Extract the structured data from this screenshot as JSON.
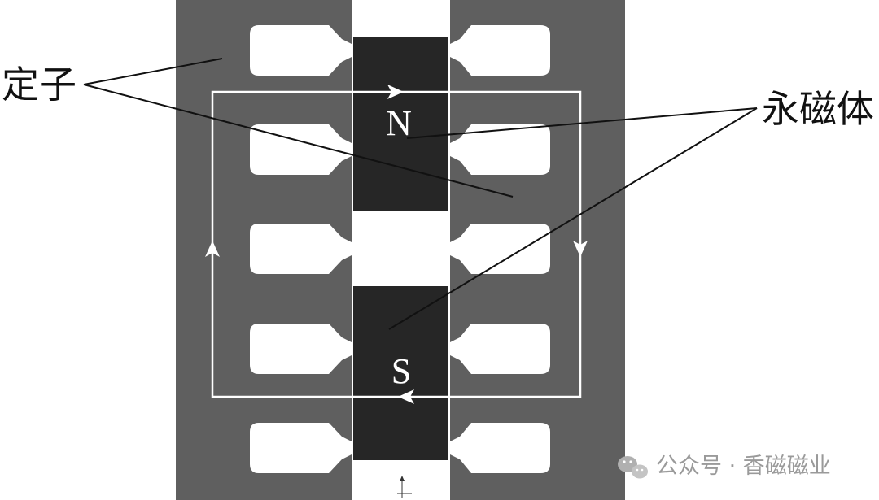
{
  "labels": {
    "stator": "定子",
    "magnet": "永磁体",
    "north": "N",
    "south": "S"
  },
  "watermark": {
    "text": "公众号 · 香磁磁业"
  },
  "colors": {
    "stator": "#5f5f5f",
    "magnet": "#262626",
    "flux_path": "#ffffff",
    "slot": "#ffffff",
    "leader": "#111111",
    "watermark": "#b0b0b0"
  },
  "icons": {
    "watermark_logo": "wechat-icon",
    "flux_arrow": "arrow-icon",
    "origin_marker": "axis-marker-icon"
  }
}
